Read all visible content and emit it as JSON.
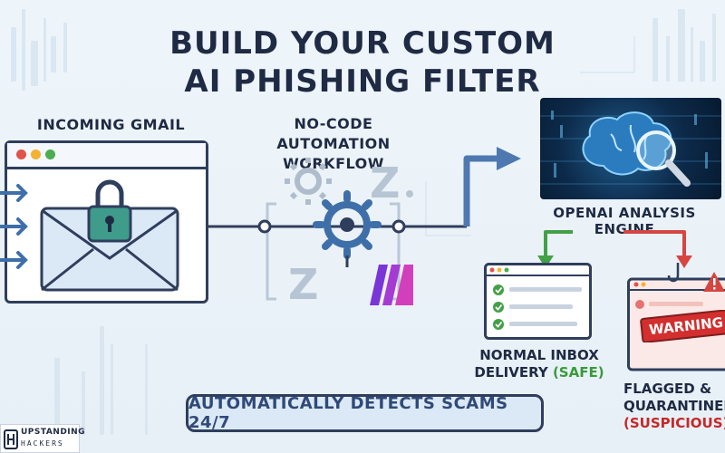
{
  "title": {
    "line1": "BUILD YOUR CUSTOM",
    "line2": "AI PHISHING FILTER"
  },
  "incoming": {
    "label": "INCOMING GMAIL"
  },
  "automation": {
    "label_line1": "NO-CODE AUTOMATION",
    "label_line2": "WORKFLOW"
  },
  "engine": {
    "label": "OPENAI ANALYSIS ENGINE"
  },
  "safe_result": {
    "line1": "NORMAL INBOX",
    "line2_prefix": "DELIVERY ",
    "line2_status": "(SAFE)"
  },
  "flagged_result": {
    "line1": "FLAGGED &",
    "line2": "QUARANTINED",
    "line3": "(SUSPICIOUS)"
  },
  "warning": {
    "label": "WARNING"
  },
  "footer": {
    "label": "AUTOMATICALLY DETECTS SCAMS 24/7"
  },
  "logo": {
    "line1": "UPSTANDING",
    "line2": "HACKERS"
  },
  "colors": {
    "navy": "#2f3e5c",
    "safe_green": "#3a9a3a",
    "danger_red": "#c62828",
    "accent_blue": "#3f6fa8",
    "make_purple": "#8b3fd9"
  }
}
